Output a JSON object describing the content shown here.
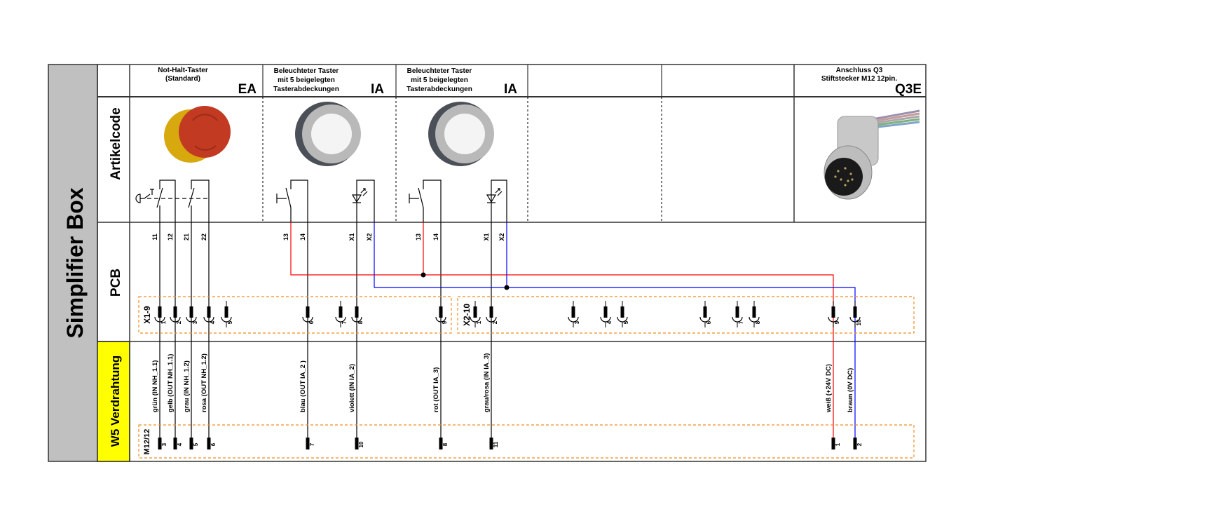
{
  "title": "Simplifier Box",
  "sections": {
    "artikelcode": "Artikelcode",
    "pcb": "PCB",
    "w5": "W5 Verdrahtung"
  },
  "components": [
    {
      "title": [
        "Not-Halt-Taster",
        "(Standard)"
      ],
      "code": "EA",
      "terminals": [
        "11",
        "12",
        "21",
        "22"
      ]
    },
    {
      "title": [
        "Beleuchteter Taster",
        "mit 5 beigelegten",
        "Tasterabdeckungen"
      ],
      "code": "IA",
      "terminals": [
        "13",
        "14",
        "X1",
        "X2"
      ]
    },
    {
      "title": [
        "Beleuchteter Taster",
        "mit 5 beigelegten",
        "Tasterabdeckungen"
      ],
      "code": "IA",
      "terminals": [
        "13",
        "14",
        "X1",
        "X2"
      ]
    },
    {
      "title": [
        "Anschluss Q3",
        "Stiftstecker M12 12pin."
      ],
      "code": "Q3E"
    }
  ],
  "connectors": {
    "x1": {
      "label": "X1-9",
      "pins": [
        "1",
        "2",
        "3",
        "4",
        "5",
        "6",
        "7",
        "8",
        "9"
      ]
    },
    "x2": {
      "label": "X2-10",
      "pins": [
        "1",
        "2",
        "3",
        "4",
        "5",
        "6",
        "7",
        "8",
        "9",
        "10"
      ]
    },
    "m12": {
      "label": "M12/12",
      "pins": [
        "3",
        "4",
        "5",
        "6",
        "7",
        "10",
        "8",
        "11",
        "1",
        "2"
      ]
    }
  },
  "wires": [
    "grün (IN NH_1.1)",
    "gelb (OUT NH_1.1)",
    "grau (IN NH_1.2)",
    "rosa (OUT NH_1.2)",
    "blau (OUT IA_2 )",
    "violett (IN IA_2)",
    "rot (OUT IA_3)",
    "grau/rosa (IN IA_3)",
    "weiß (+24V DC)",
    "braun (0V DC)"
  ],
  "colors": {
    "red_wire": "#ff0000",
    "blue_wire": "#0000ff",
    "connector_box": "#f28c1e",
    "w5_label_bg": "#ffff00",
    "title_bg": "#c0c0c0"
  }
}
